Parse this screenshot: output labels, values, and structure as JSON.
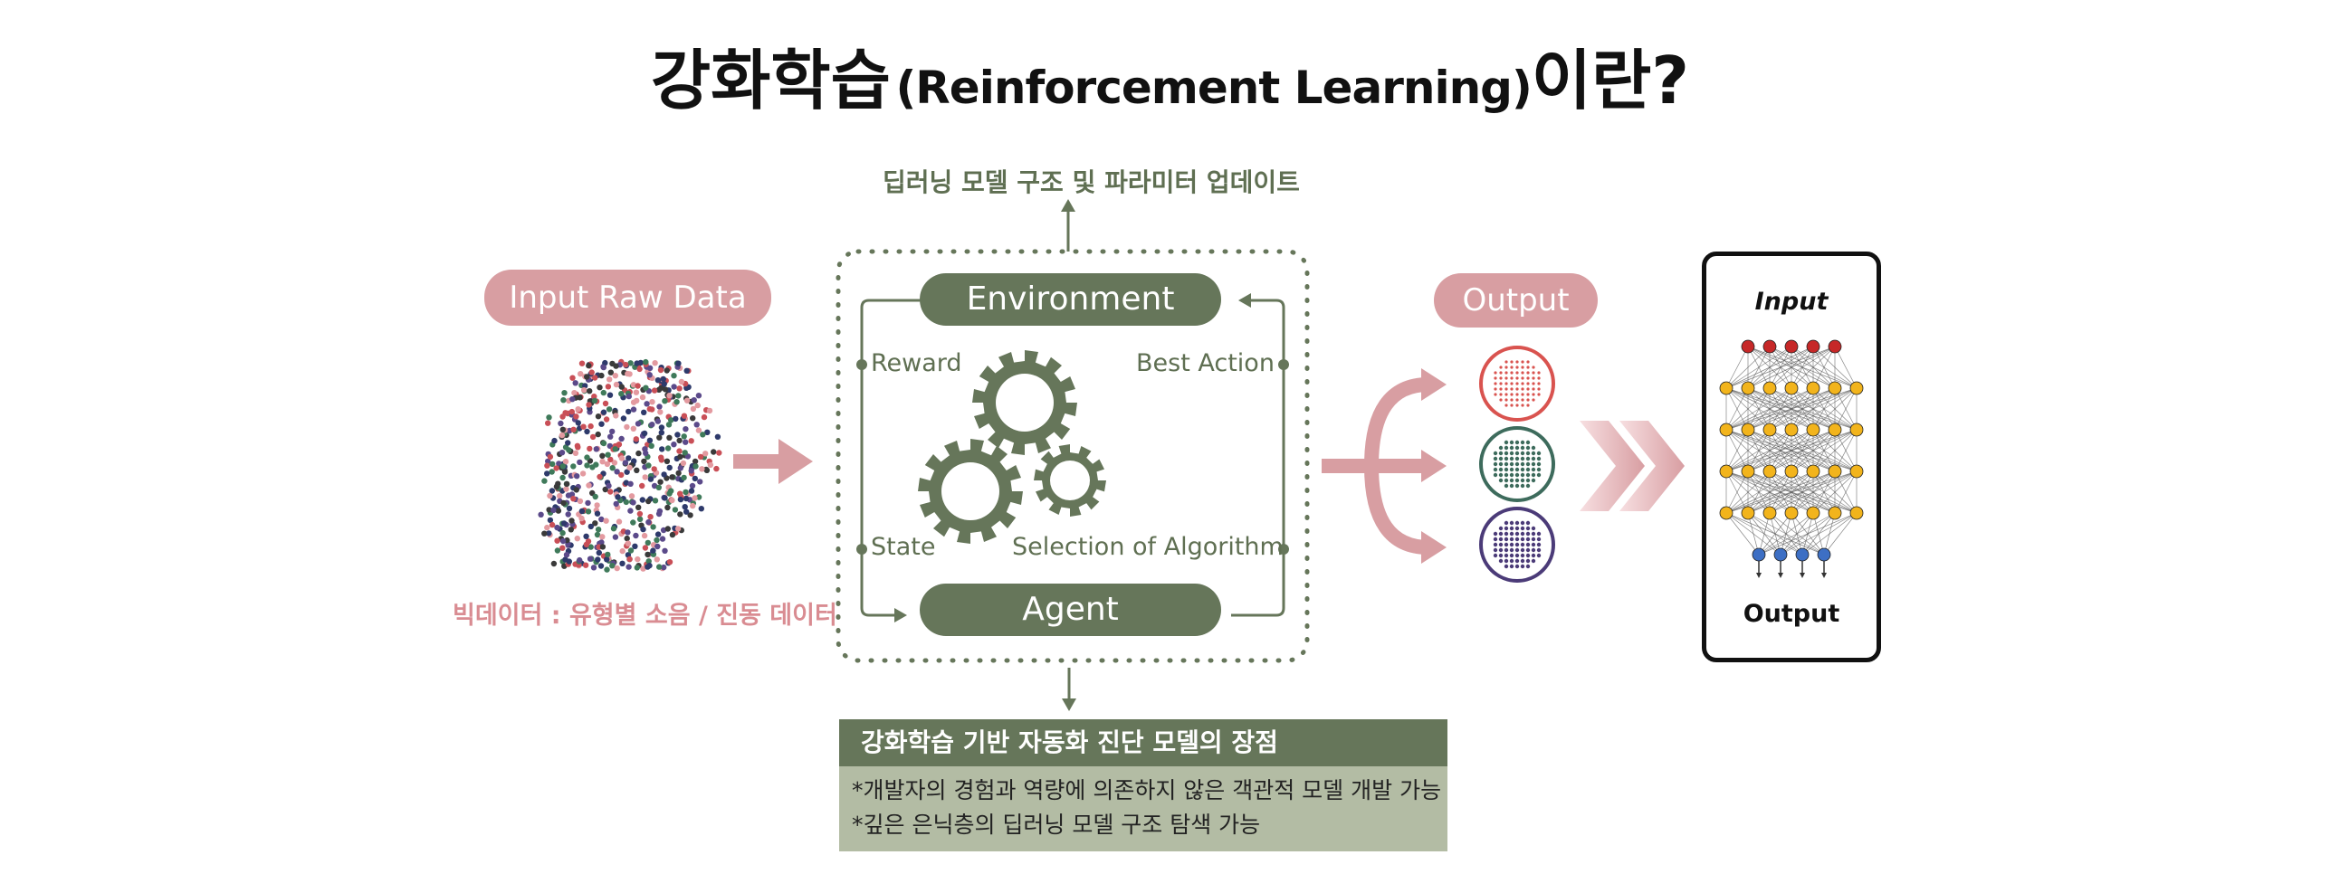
{
  "title": {
    "korean": "강화학습",
    "english": "(Reinforcement Learning)",
    "suffix": "이란?"
  },
  "top_caption": "딥러닝 모델 구조 및 파라미터 업데이트",
  "input_section": {
    "pill_label": "Input Raw Data",
    "caption": "빅데이터 : 유형별 소음 / 진동 데이터"
  },
  "rl_loop": {
    "environment_label": "Environment",
    "agent_label": "Agent",
    "reward_label": "Reward",
    "best_action_label": "Best Action",
    "state_label": "State",
    "selection_label": "Selection of Algorithm"
  },
  "advantages": {
    "heading": "강화학습 기반 자동화 진단 모델의 장점",
    "items": [
      "*개발자의 경험과 역량에 의존하지 않은 객관적 모델 개발 가능",
      "*깊은 은닉층의 딥러닝 모델 구조 탐색 가능"
    ]
  },
  "output_section": {
    "pill_label": "Output"
  },
  "network_card": {
    "input_label": "Input",
    "output_label": "Output"
  },
  "colors": {
    "pink": "#d89ea2",
    "green": "#66765a",
    "red_circle": "#d9534f",
    "teal_circle": "#3d6b5c",
    "purple_circle": "#4b3b78"
  }
}
